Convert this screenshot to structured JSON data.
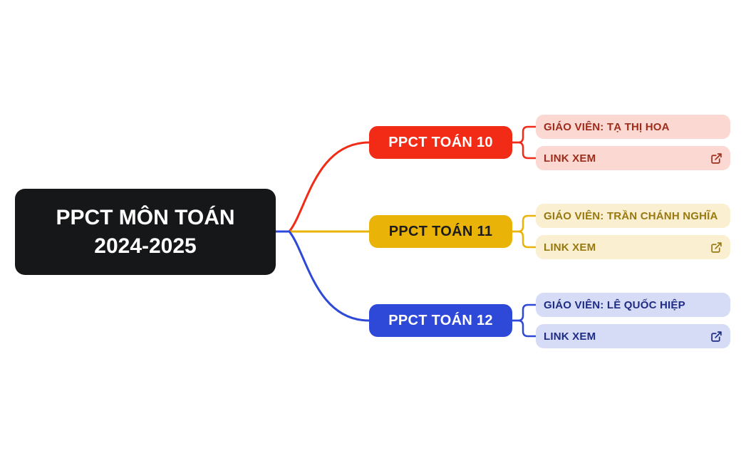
{
  "root": {
    "title": "PPCT MÔN TOÁN 2024-2025",
    "bg_color": "#161719",
    "text_color": "#ffffff"
  },
  "branches": [
    {
      "label": "PPCT TOÁN 10",
      "teacher": "GIÁO VIÊN: TẠ THỊ HOA",
      "link_label": "LINK XEM",
      "link_icon": "external-link-icon",
      "colors": {
        "node_bg": "#f22b17",
        "node_text": "#ffffff",
        "line": "#f22b17",
        "child_bg": "#fbd8d1",
        "child_text": "#9e2c1b"
      }
    },
    {
      "label": "PPCT TOÁN 11",
      "teacher": "GIÁO VIÊN: TRẦN CHÁNH NGHĨA",
      "link_label": "LINK XEM",
      "link_icon": "external-link-icon",
      "colors": {
        "node_bg": "#eab308",
        "node_text": "#1c1c1c",
        "line": "#eab308",
        "child_bg": "#faf0d1",
        "child_text": "#97790f"
      }
    },
    {
      "label": "PPCT TOÁN 12",
      "teacher": "GIÁO VIÊN: LÊ QUỐC HIỆP",
      "link_label": "LINK XEM",
      "link_icon": "external-link-icon",
      "colors": {
        "node_bg": "#2e49d8",
        "node_text": "#ffffff",
        "line": "#2e49d8",
        "child_bg": "#d7dcf6",
        "child_text": "#1e2c86"
      }
    }
  ],
  "canvas_bg": "#ffffff"
}
